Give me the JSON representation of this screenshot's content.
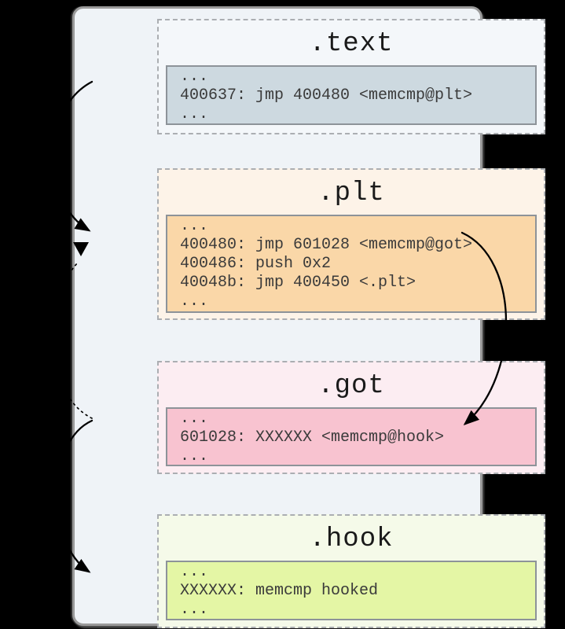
{
  "diagram": {
    "description": "PLT/GOT hooking memory-section diagram",
    "sections": [
      {
        "name": ".text",
        "lines": [
          "...",
          "400637: jmp 400480 <memcmp@plt>",
          "..."
        ],
        "section_bg": "#f4f7fa",
        "box_bg": "#cdd9e0"
      },
      {
        "name": ".plt",
        "lines": [
          "...",
          "400480: jmp 601028 <memcmp@got>",
          "400486: push 0x2",
          "40048b: jmp 400450 <.plt>",
          "..."
        ],
        "section_bg": "#fdf3e8",
        "box_bg": "#fad7a8"
      },
      {
        "name": ".got",
        "lines": [
          "...",
          "601028: XXXXXX <memcmp@hook>",
          "..."
        ],
        "section_bg": "#fcedf2",
        "box_bg": "#f8c3d0"
      },
      {
        "name": ".hook",
        "lines": [
          "...",
          "XXXXXX: memcmp hooked",
          "..."
        ],
        "section_bg": "#f5fae9",
        "box_bg": "#e4f6a5"
      }
    ],
    "arrows": [
      {
        "from": ".text 400637",
        "to": ".plt 400480",
        "style": "solid"
      },
      {
        "from": ".plt 400480",
        "to": ".got 601028",
        "style": "solid"
      },
      {
        "from": ".got 601028",
        "to": ".hook XXXXXX",
        "style": "solid"
      },
      {
        "from": ".got 601028",
        "to": ".plt 400486",
        "style": "dotted"
      }
    ],
    "colors": {
      "page_bg": "#000000",
      "container_bg": "#eff3f7",
      "container_border": "#9a9a9a",
      "dashed_border": "#abaeb2",
      "box_border": "#8d9399",
      "arrow": "#000000",
      "title_text": "#1a1a1a",
      "code_text": "#3a3a3a"
    }
  }
}
